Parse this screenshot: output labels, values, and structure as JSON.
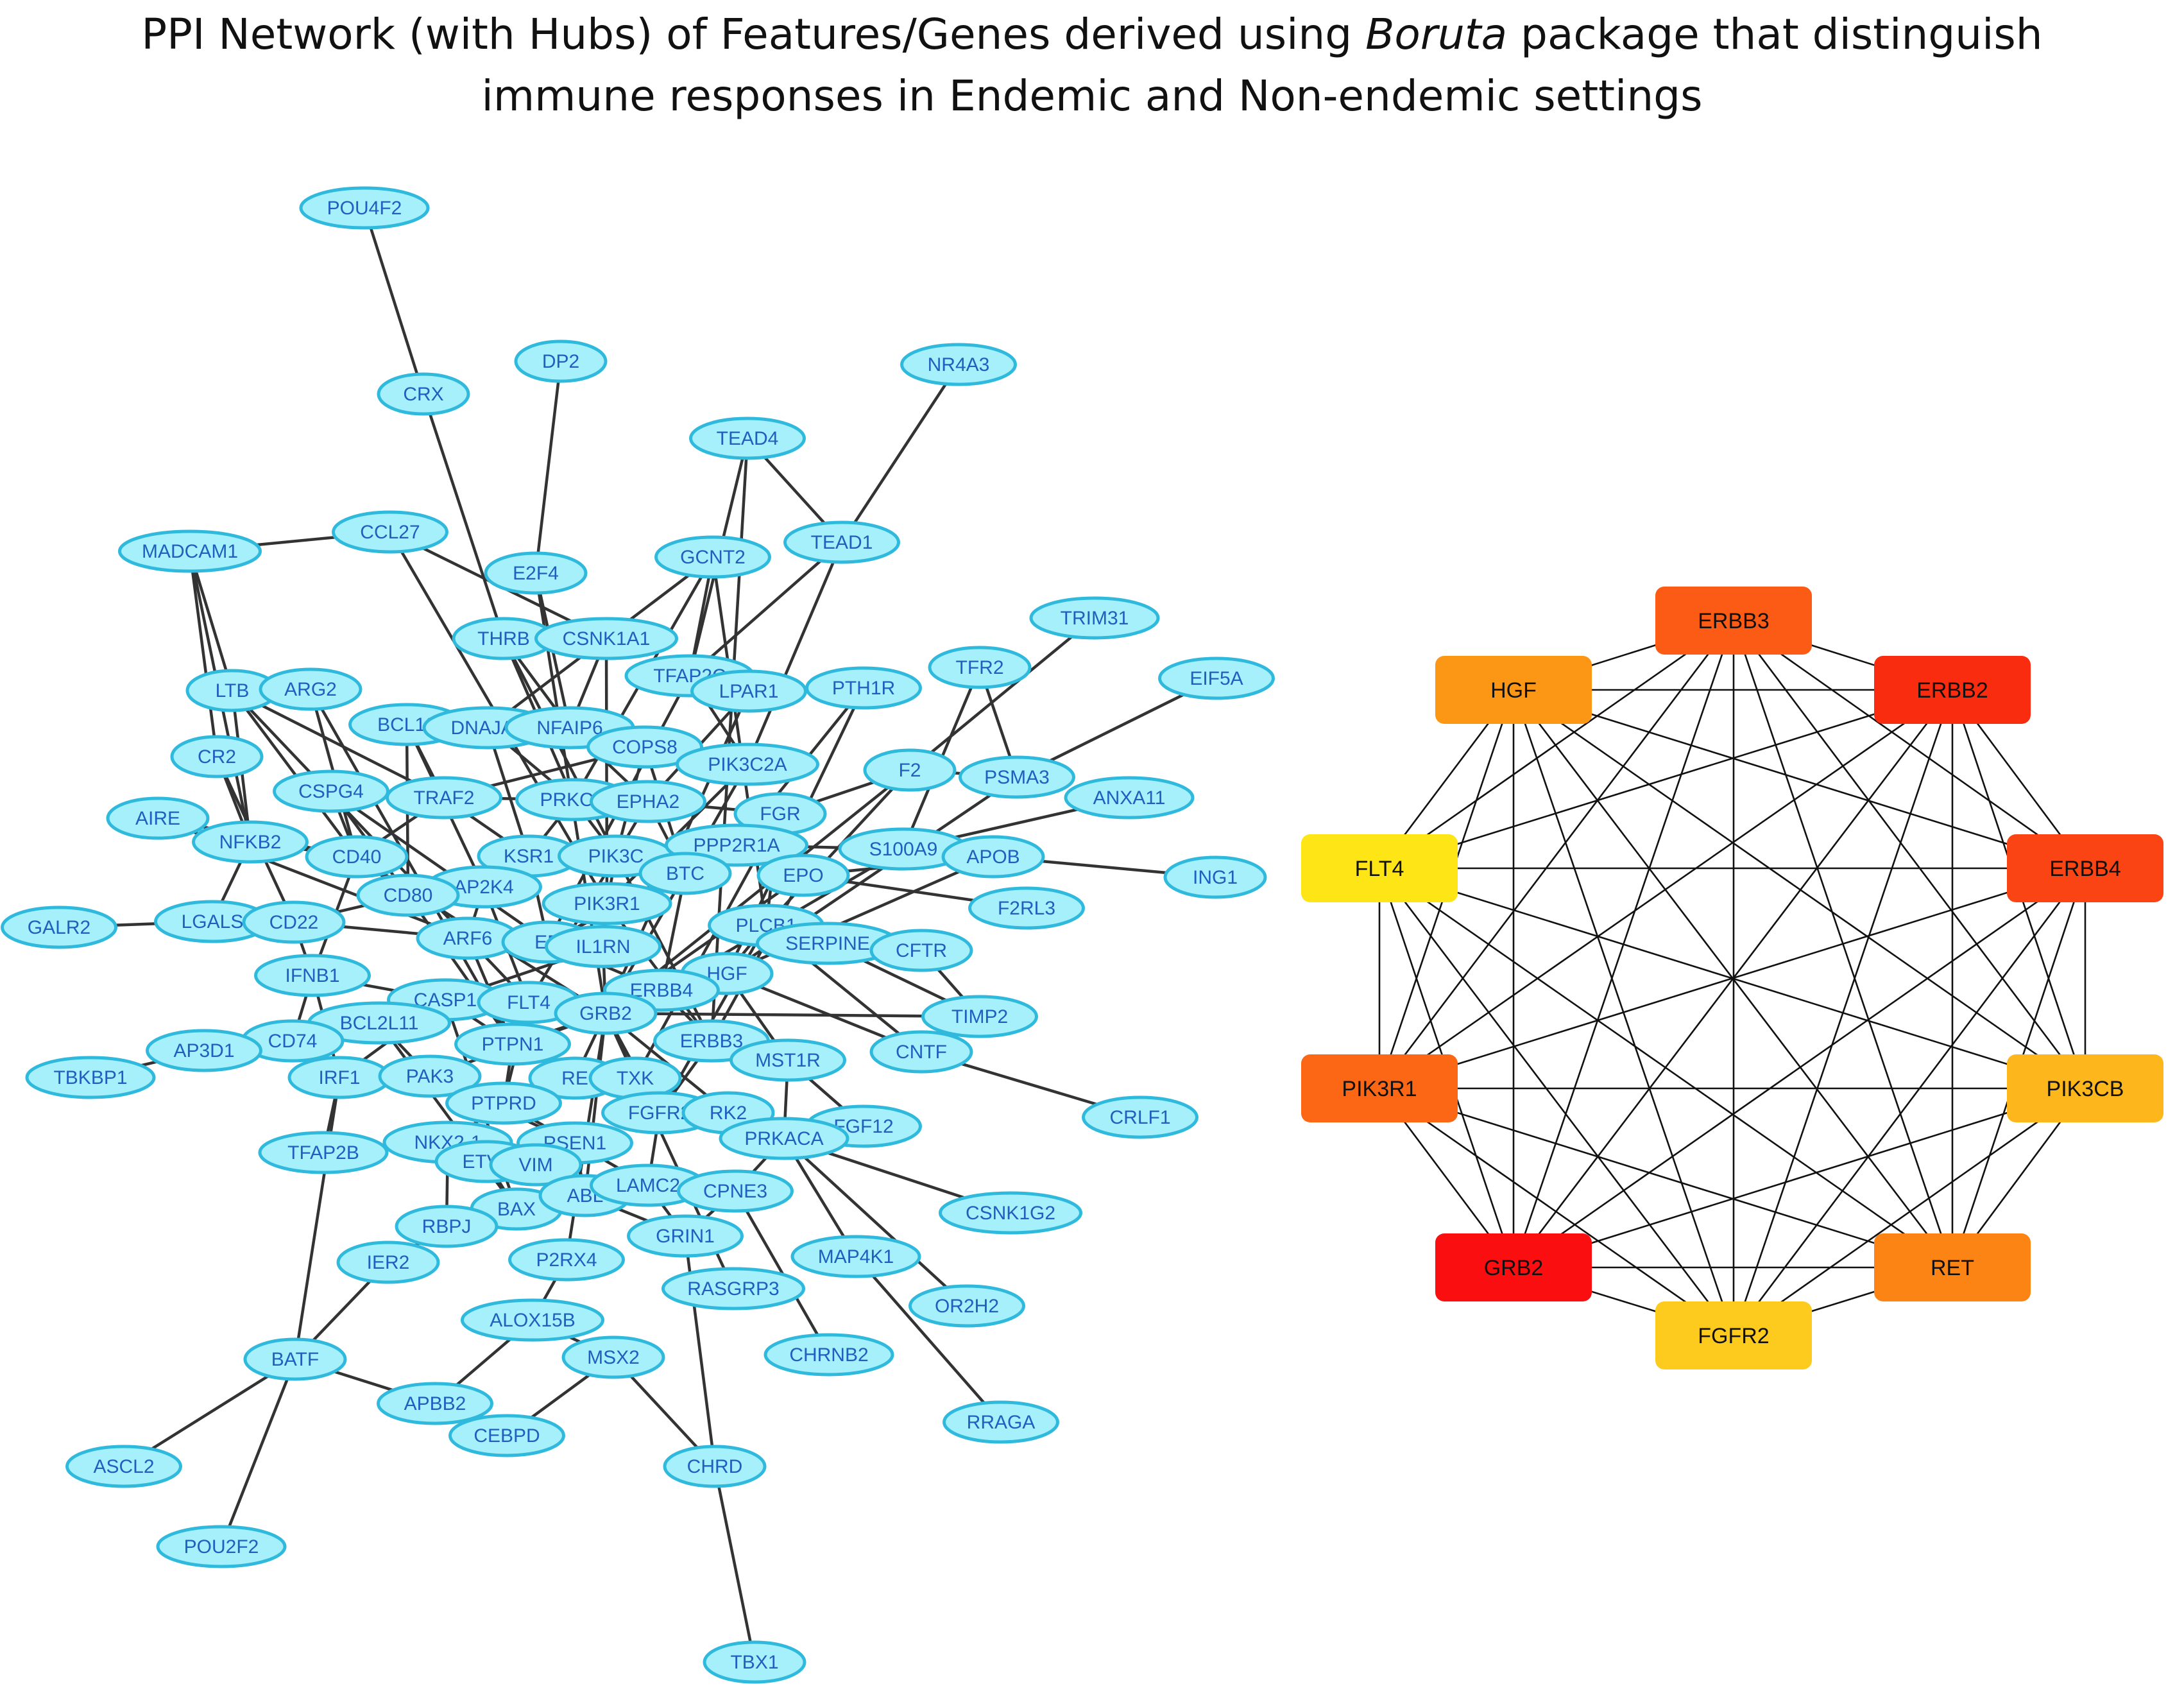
{
  "title": {
    "line1_before": "PPI Network (with Hubs) of Features/Genes derived using ",
    "line1_italic": "Boruta",
    "line1_after": " package that distinguish",
    "line2": "immune responses in Endemic and Non-endemic settings"
  },
  "colors": {
    "node_fill": "#a6f0fb",
    "node_stroke": "#2fb9dd",
    "node_text": "#1f5fbf",
    "edge": "#333333",
    "hub_edge": "#111111"
  },
  "network": {
    "nodes": [
      {
        "id": "POU4F2",
        "label": "POU4F2"
      },
      {
        "id": "CRX",
        "label": "CRX"
      },
      {
        "id": "DP2",
        "label": "DP2"
      },
      {
        "id": "NR4A3",
        "label": "NR4A3"
      },
      {
        "id": "TEAD4",
        "label": "TEAD4"
      },
      {
        "id": "MADCAM1",
        "label": "MADCAM1"
      },
      {
        "id": "CCL27",
        "label": "CCL27"
      },
      {
        "id": "E2F4",
        "label": "E2F4"
      },
      {
        "id": "GCNT2",
        "label": "GCNT2"
      },
      {
        "id": "TEAD1",
        "label": "TEAD1"
      },
      {
        "id": "TRIM31",
        "label": "TRIM31"
      },
      {
        "id": "THRB",
        "label": "THRB"
      },
      {
        "id": "CSNK1A1",
        "label": "CSNK1A1"
      },
      {
        "id": "TFAP2C",
        "label": "TFAP2C"
      },
      {
        "id": "TFR2",
        "label": "TFR2"
      },
      {
        "id": "EIF5A",
        "label": "EIF5A"
      },
      {
        "id": "LTB",
        "label": "LTB"
      },
      {
        "id": "ARG2",
        "label": "ARG2"
      },
      {
        "id": "BCL10",
        "label": "BCL10"
      },
      {
        "id": "DNAJA3",
        "label": "DNAJA3"
      },
      {
        "id": "TNFAIP6",
        "label": "TNFAIP6"
      },
      {
        "id": "LPAR1",
        "label": "LPAR1"
      },
      {
        "id": "PTH1R",
        "label": "PTH1R"
      },
      {
        "id": "COPS8",
        "label": "COPS8"
      },
      {
        "id": "CR2",
        "label": "CR2"
      },
      {
        "id": "PIK3C2A",
        "label": "PIK3C2A"
      },
      {
        "id": "F2",
        "label": "F2"
      },
      {
        "id": "PSMA3",
        "label": "PSMA3"
      },
      {
        "id": "ANXA11",
        "label": "ANXA11"
      },
      {
        "id": "CSPG4",
        "label": "CSPG4"
      },
      {
        "id": "TRAF2",
        "label": "TRAF2"
      },
      {
        "id": "PRKCD",
        "label": "PRKCD"
      },
      {
        "id": "EPHA2",
        "label": "EPHA2"
      },
      {
        "id": "FGR",
        "label": "FGR"
      },
      {
        "id": "AIRE",
        "label": "AIRE"
      },
      {
        "id": "NFKB2",
        "label": "NFKB2"
      },
      {
        "id": "CD40",
        "label": "CD40"
      },
      {
        "id": "KSR1",
        "label": "KSR1"
      },
      {
        "id": "PIK3CB",
        "label": "PIK3CB"
      },
      {
        "id": "PPP2R1A",
        "label": "PPP2R1A"
      },
      {
        "id": "S100A9",
        "label": "S100A9"
      },
      {
        "id": "APOB",
        "label": "APOB"
      },
      {
        "id": "ING1",
        "label": "ING1"
      },
      {
        "id": "BTC",
        "label": "BTC"
      },
      {
        "id": "EPO",
        "label": "EPO"
      },
      {
        "id": "MAP2K4",
        "label": "MAP2K4"
      },
      {
        "id": "CD80",
        "label": "CD80"
      },
      {
        "id": "PIK3R1",
        "label": "PIK3R1"
      },
      {
        "id": "F2RL3",
        "label": "F2RL3"
      },
      {
        "id": "GALR2",
        "label": "GALR2"
      },
      {
        "id": "LGALS3",
        "label": "LGALS3"
      },
      {
        "id": "CD22",
        "label": "CD22"
      },
      {
        "id": "ARF6",
        "label": "ARF6"
      },
      {
        "id": "ERBB2",
        "label": "ERBB2"
      },
      {
        "id": "IL1RN",
        "label": "IL1RN"
      },
      {
        "id": "PLCB1",
        "label": "PLCB1"
      },
      {
        "id": "SERPINE1",
        "label": "SERPINE1"
      },
      {
        "id": "CFTR",
        "label": "CFTR"
      },
      {
        "id": "IFNB1",
        "label": "IFNB1"
      },
      {
        "id": "HGF",
        "label": "HGF"
      },
      {
        "id": "ERBB4",
        "label": "ERBB4"
      },
      {
        "id": "CASP1",
        "label": "CASP1"
      },
      {
        "id": "FLT4",
        "label": "FLT4"
      },
      {
        "id": "TIMP2",
        "label": "TIMP2"
      },
      {
        "id": "GRB2",
        "label": "GRB2"
      },
      {
        "id": "BCL2L11",
        "label": "BCL2L11"
      },
      {
        "id": "CD74",
        "label": "CD74"
      },
      {
        "id": "AP3D1",
        "label": "AP3D1"
      },
      {
        "id": "PTPN1",
        "label": "PTPN1"
      },
      {
        "id": "ERBB3",
        "label": "ERBB3"
      },
      {
        "id": "CNTF",
        "label": "CNTF"
      },
      {
        "id": "TBKBP1",
        "label": "TBKBP1"
      },
      {
        "id": "IRF1",
        "label": "IRF1"
      },
      {
        "id": "PAK3",
        "label": "PAK3"
      },
      {
        "id": "RET",
        "label": "RET"
      },
      {
        "id": "TXK",
        "label": "TXK"
      },
      {
        "id": "MST1R",
        "label": "MST1R"
      },
      {
        "id": "CRLF1",
        "label": "CRLF1"
      },
      {
        "id": "PTPRD",
        "label": "PTPRD"
      },
      {
        "id": "FGFR2",
        "label": "FGFR2"
      },
      {
        "id": "PRKAR2",
        "label": "PRKAR2"
      },
      {
        "id": "FGF12",
        "label": "FGF12"
      },
      {
        "id": "TFAP2B",
        "label": "TFAP2B"
      },
      {
        "id": "NKX2-1",
        "label": "NKX2-1"
      },
      {
        "id": "PSEN1",
        "label": "PSEN1"
      },
      {
        "id": "PRKACA",
        "label": "PRKACA"
      },
      {
        "id": "ETV4",
        "label": "ETV4"
      },
      {
        "id": "VIM",
        "label": "VIM"
      },
      {
        "id": "CSNK1G2",
        "label": "CSNK1G2"
      },
      {
        "id": "BAX",
        "label": "BAX"
      },
      {
        "id": "ABL1",
        "label": "ABL1"
      },
      {
        "id": "LAMC2",
        "label": "LAMC2"
      },
      {
        "id": "CPNE3",
        "label": "CPNE3"
      },
      {
        "id": "RBPJ",
        "label": "RBPJ"
      },
      {
        "id": "GRIN1",
        "label": "GRIN1"
      },
      {
        "id": "IER2",
        "label": "IER2"
      },
      {
        "id": "P2RX4",
        "label": "P2RX4"
      },
      {
        "id": "MAP4K1",
        "label": "MAP4K1"
      },
      {
        "id": "RASGRP3",
        "label": "RASGRP3"
      },
      {
        "id": "OR2H2",
        "label": "OR2H2"
      },
      {
        "id": "ALOX15B",
        "label": "ALOX15B"
      },
      {
        "id": "BATF",
        "label": "BATF"
      },
      {
        "id": "MSX2",
        "label": "MSX2"
      },
      {
        "id": "CHRNB2",
        "label": "CHRNB2"
      },
      {
        "id": "APBB2",
        "label": "APBB2"
      },
      {
        "id": "RRAGA",
        "label": "RRAGA"
      },
      {
        "id": "CEBPD",
        "label": "CEBPD"
      },
      {
        "id": "ASCL2",
        "label": "ASCL2"
      },
      {
        "id": "CHRD",
        "label": "CHRD"
      },
      {
        "id": "POU2F2",
        "label": "POU2F2"
      },
      {
        "id": "TBX1",
        "label": "TBX1"
      }
    ],
    "edges": [
      [
        "POU4F2",
        "CRX"
      ],
      [
        "CRX",
        "THRB"
      ],
      [
        "DP2",
        "E2F4"
      ],
      [
        "NR4A3",
        "TEAD1"
      ],
      [
        "TEAD4",
        "TEAD1"
      ],
      [
        "TEAD4",
        "TFAP2C"
      ],
      [
        "TEAD1",
        "TFAP2C"
      ],
      [
        "TEAD1",
        "PIK3C2A"
      ],
      [
        "MADCAM1",
        "CCL27"
      ],
      [
        "MADCAM1",
        "LTB"
      ],
      [
        "MADCAM1",
        "CR2"
      ],
      [
        "MADCAM1",
        "NFKB2"
      ],
      [
        "CCL27",
        "CSNK1A1"
      ],
      [
        "E2F4",
        "TNFAIP6"
      ],
      [
        "GCNT2",
        "DNAJA3"
      ],
      [
        "GCNT2",
        "PRKCD"
      ],
      [
        "TRIM31",
        "F2"
      ],
      [
        "TFR2",
        "PSMA3"
      ],
      [
        "TFR2",
        "S100A9"
      ],
      [
        "EIF5A",
        "PSMA3"
      ],
      [
        "ANXA11",
        "S100A9"
      ],
      [
        "ING1",
        "APOB"
      ],
      [
        "GALR2",
        "LGALS3"
      ],
      [
        "TBKBP1",
        "AP3D1"
      ],
      [
        "AP3D1",
        "CD74"
      ],
      [
        "CRLF1",
        "CNTF"
      ],
      [
        "CNTF",
        "HGF"
      ],
      [
        "TIMP2",
        "GRB2"
      ],
      [
        "TIMP2",
        "SERPINE1"
      ],
      [
        "F2RL3",
        "EPO"
      ],
      [
        "CSNK1G2",
        "PRKACA"
      ],
      [
        "OR2H2",
        "PRKACA"
      ],
      [
        "RRAGA",
        "MAP4K1"
      ],
      [
        "MAP4K1",
        "PRKACA"
      ],
      [
        "CHRNB2",
        "CPNE3"
      ],
      [
        "RASGRP3",
        "GRB2"
      ],
      [
        "TFAP2B",
        "IRF1"
      ],
      [
        "IER2",
        "RBPJ"
      ],
      [
        "BATF",
        "IER2"
      ],
      [
        "BATF",
        "APBB2"
      ],
      [
        "BATF",
        "ASCL2"
      ],
      [
        "BATF",
        "POU2F2"
      ],
      [
        "BATF",
        "IRF1"
      ],
      [
        "APBB2",
        "ALOX15B"
      ],
      [
        "CEBPD",
        "MSX2"
      ],
      [
        "CHRD",
        "TBX1"
      ],
      [
        "CHRD",
        "MSX2"
      ],
      [
        "CHRD",
        "GRIN1"
      ],
      [
        "MSX2",
        "ALOX15B"
      ],
      [
        "ALOX15B",
        "P2RX4"
      ],
      [
        "P2RX4",
        "GRB2"
      ],
      [
        "GRIN1",
        "CPNE3"
      ],
      [
        "RBPJ",
        "ABL1"
      ],
      [
        "BAX",
        "CASP1"
      ],
      [
        "THRB",
        "CSNK1A1"
      ],
      [
        "THRB",
        "TNFAIP6"
      ],
      [
        "THRB",
        "PRKCD"
      ],
      [
        "CSNK1A1",
        "PIK3R1"
      ],
      [
        "TFAP2C",
        "LPAR1"
      ],
      [
        "LPAR1",
        "PTH1R"
      ],
      [
        "LPAR1",
        "EPHA2"
      ],
      [
        "PTH1R",
        "PPP2R1A"
      ],
      [
        "F2",
        "PSMA3"
      ],
      [
        "F2",
        "FGR"
      ],
      [
        "F2",
        "PLCB1"
      ],
      [
        "APOB",
        "EPO"
      ],
      [
        "APOB",
        "HGF"
      ],
      [
        "S100A9",
        "PPP2R1A"
      ],
      [
        "LTB",
        "CD40"
      ],
      [
        "LTB",
        "TRAF2"
      ],
      [
        "LTB",
        "NFKB2"
      ],
      [
        "ARG2",
        "CD40"
      ],
      [
        "BCL10",
        "TRAF2"
      ],
      [
        "BCL10",
        "CD80"
      ],
      [
        "DNAJA3",
        "PRKCD"
      ],
      [
        "COPS8",
        "BTC"
      ],
      [
        "CR2",
        "CD22"
      ],
      [
        "CR2",
        "NFKB2"
      ],
      [
        "AIRE",
        "CD40"
      ],
      [
        "CSPG4",
        "CD40"
      ],
      [
        "TRAF2",
        "CD40"
      ],
      [
        "TRAF2",
        "KSR1"
      ],
      [
        "PRKCD",
        "PIK3CB"
      ],
      [
        "EPHA2",
        "BTC"
      ],
      [
        "FGR",
        "PLCB1"
      ],
      [
        "NFKB2",
        "CD40"
      ],
      [
        "NFKB2",
        "LGALS3"
      ],
      [
        "CD40",
        "CD80"
      ],
      [
        "CD40",
        "IFNB1"
      ],
      [
        "KSR1",
        "MAP2K4"
      ],
      [
        "PIK3CB",
        "PIK3R1"
      ],
      [
        "PPP2R1A",
        "BTC"
      ],
      [
        "BTC",
        "ERBB2"
      ],
      [
        "BTC",
        "ERBB4"
      ],
      [
        "EPO",
        "GRB2"
      ],
      [
        "MAP2K4",
        "ARF6"
      ],
      [
        "CD80",
        "CD22"
      ],
      [
        "PIK3R1",
        "IL1RN"
      ],
      [
        "PIK3R1",
        "ERBB3"
      ],
      [
        "PIK3R1",
        "PIK3C2A"
      ],
      [
        "LGALS3",
        "CD22"
      ],
      [
        "CD22",
        "IFNB1"
      ],
      [
        "ARF6",
        "ERBB2"
      ],
      [
        "ERBB2",
        "ERBB4"
      ],
      [
        "ERBB2",
        "IL1RN"
      ],
      [
        "IL1RN",
        "CASP1"
      ],
      [
        "PLCB1",
        "SERPINE1"
      ],
      [
        "SERPINE1",
        "CFTR"
      ],
      [
        "IFNB1",
        "IRF1"
      ],
      [
        "IFNB1",
        "CD74"
      ],
      [
        "HGF",
        "MST1R"
      ],
      [
        "HGF",
        "ERBB4"
      ],
      [
        "ERBB4",
        "GRB2"
      ],
      [
        "ERBB4",
        "ERBB3"
      ],
      [
        "CASP1",
        "BCL2L11"
      ],
      [
        "FLT4",
        "GRB2"
      ],
      [
        "GRB2",
        "TXK"
      ],
      [
        "GRB2",
        "FGFR2"
      ],
      [
        "BCL2L11",
        "BAX"
      ],
      [
        "CD74",
        "IRF1"
      ],
      [
        "PTPN1",
        "GRB2"
      ],
      [
        "ERBB3",
        "MST1R"
      ],
      [
        "IRF1",
        "PAK3"
      ],
      [
        "PAK3",
        "GRB2"
      ],
      [
        "RET",
        "GRB2"
      ],
      [
        "TXK",
        "PRKAR2"
      ],
      [
        "MST1R",
        "FGF12"
      ],
      [
        "PTPRD",
        "PSEN1"
      ],
      [
        "FGFR2",
        "FGF12"
      ],
      [
        "FGFR2",
        "PRKACA"
      ],
      [
        "PRKAR2",
        "PRKACA"
      ],
      [
        "NKX2-1",
        "ETV4"
      ],
      [
        "PSEN1",
        "LAMC2"
      ],
      [
        "PRKACA",
        "CPNE3"
      ],
      [
        "ETV4",
        "BAX"
      ],
      [
        "ABL1",
        "GRB2"
      ],
      [
        "LAMC2",
        "CPNE3"
      ],
      [
        "LAMC2",
        "GRIN1"
      ],
      [
        "RBPJ",
        "NKX2-1"
      ],
      [
        "GRIN1",
        "ABL1"
      ],
      [
        "TFAP2C",
        "ERBB2"
      ],
      [
        "GCNT2",
        "PLCB1"
      ],
      [
        "TEAD4",
        "ERBB3"
      ],
      [
        "CFTR",
        "TIMP2"
      ],
      [
        "CNTF",
        "PLCB1"
      ],
      [
        "COPS8",
        "TRAF2"
      ],
      [
        "CSPG4",
        "ERBB2"
      ],
      [
        "AIRE",
        "ARF6"
      ],
      [
        "LTB",
        "FLT4"
      ],
      [
        "CCL27",
        "PIK3R1"
      ],
      [
        "E2F4",
        "GRB2"
      ],
      [
        "THRB",
        "ERBB3"
      ],
      [
        "ARG2",
        "PTPN1"
      ],
      [
        "BCL10",
        "MAP2K4"
      ],
      [
        "DNAJA3",
        "KSR1"
      ],
      [
        "TNFAIP6",
        "EPHA2"
      ],
      [
        "LPAR1",
        "GRB2"
      ],
      [
        "PTH1R",
        "HGF"
      ],
      [
        "PIK3C2A",
        "GRB2"
      ],
      [
        "F2",
        "GRB2"
      ],
      [
        "PSMA3",
        "HGF"
      ],
      [
        "FGR",
        "TXK"
      ],
      [
        "EPO",
        "ERBB3"
      ],
      [
        "S100A9",
        "ERBB4"
      ],
      [
        "CD40",
        "GRB2"
      ],
      [
        "KSR1",
        "ERBB2"
      ],
      [
        "PIK3CB",
        "FLT4"
      ],
      [
        "PPP2R1A",
        "ERBB2"
      ],
      [
        "MAP2K4",
        "FLT4"
      ],
      [
        "CD80",
        "PTPN1"
      ],
      [
        "ARF6",
        "PTPN1"
      ],
      [
        "IL1RN",
        "GRB2"
      ],
      [
        "PLCB1",
        "FGFR2"
      ],
      [
        "IFNB1",
        "CASP1"
      ],
      [
        "CASP1",
        "PTPN1"
      ],
      [
        "FLT4",
        "PTPRD"
      ],
      [
        "BCL2L11",
        "PAK3"
      ],
      [
        "PTPN1",
        "PTPRD"
      ],
      [
        "PAK3",
        "PSEN1"
      ],
      [
        "RET",
        "FGFR2"
      ],
      [
        "TXK",
        "FGFR2"
      ],
      [
        "MST1R",
        "PRKACA"
      ],
      [
        "PTPRD",
        "NKX2-1"
      ],
      [
        "FGFR2",
        "LAMC2"
      ],
      [
        "PSEN1",
        "ABL1"
      ],
      [
        "ETV4",
        "ABL1"
      ],
      [
        "CSPG4",
        "CD80"
      ],
      [
        "TRAF2",
        "PRKCD"
      ],
      [
        "PRKCD",
        "KSR1"
      ],
      [
        "EPHA2",
        "FGR"
      ],
      [
        "EPHA2",
        "PIK3CB"
      ],
      [
        "BTC",
        "PIK3R1"
      ],
      [
        "HGF",
        "PLCB1"
      ],
      [
        "ERBB3",
        "FGFR2"
      ],
      [
        "GRB2",
        "PRKAR2"
      ],
      [
        "RET",
        "PTPN1"
      ],
      [
        "FLT4",
        "ERBB4"
      ],
      [
        "CD22",
        "ARF6"
      ],
      [
        "IRF1",
        "CASP1"
      ],
      [
        "TFAP2C",
        "PIK3C2A"
      ],
      [
        "COPS8",
        "PIK3CB"
      ],
      [
        "CSNK1A1",
        "TNFAIP6"
      ],
      [
        "GCNT2",
        "TFAP2C"
      ],
      [
        "LTB",
        "ARG2"
      ]
    ]
  },
  "hubs": {
    "nodes": [
      {
        "id": "ERBB3",
        "label": "ERBB3",
        "color": "#fb5b14"
      },
      {
        "id": "ERBB2",
        "label": "ERBB2",
        "color": "#fa2c10"
      },
      {
        "id": "ERBB4",
        "label": "ERBB4",
        "color": "#fb4414"
      },
      {
        "id": "PIK3CB",
        "label": "PIK3CB",
        "color": "#fdb71c"
      },
      {
        "id": "RET",
        "label": "RET",
        "color": "#fc8415"
      },
      {
        "id": "FGFR2",
        "label": "FGFR2",
        "color": "#fdca1e"
      },
      {
        "id": "GRB2",
        "label": "GRB2",
        "color": "#fb0e10"
      },
      {
        "id": "PIK3R1",
        "label": "PIK3R1",
        "color": "#fb6714"
      },
      {
        "id": "FLT4",
        "label": "FLT4",
        "color": "#fde516"
      },
      {
        "id": "HGF",
        "label": "HGF",
        "color": "#fc9715"
      }
    ]
  }
}
